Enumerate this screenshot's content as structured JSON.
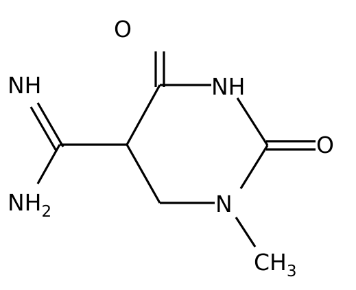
{
  "atoms": {
    "o_top": "O",
    "nh_ring": "NH",
    "o_right": "O",
    "n_methyl": "N",
    "ch3_main": "CH",
    "ch3_sub": "3",
    "nh_imine": "NH",
    "nh2_main": "NH",
    "nh2_sub": "2"
  },
  "colors": {
    "bond": "#000000",
    "label": "#000000",
    "background": "#ffffff"
  }
}
